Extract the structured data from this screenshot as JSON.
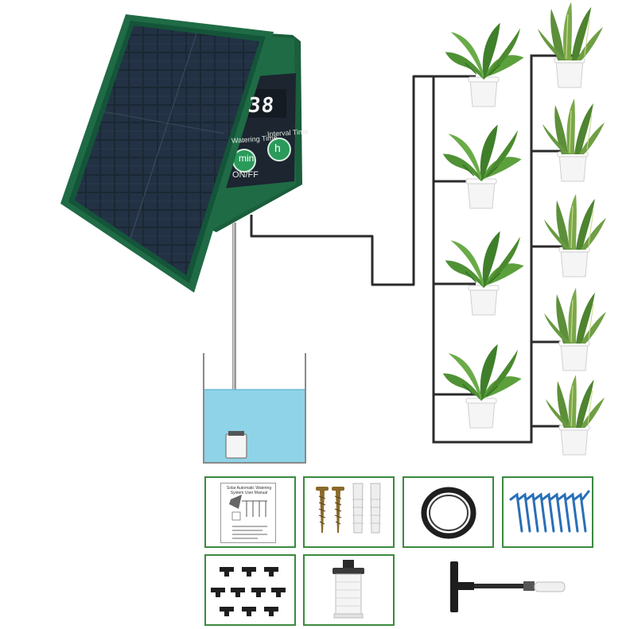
{
  "controller": {
    "lcd_value": "38",
    "watering_time_label": "Watering Time",
    "interval_time_label": "Interval Time",
    "min_button_label": "min",
    "h_button_label": "h",
    "onoff_label": "ON/FF"
  },
  "manual": {
    "title": "Solar Automatic Watering System User Manual"
  },
  "plants": {
    "left_column": [
      "peace-lily",
      "peace-lily",
      "peace-lily",
      "peace-lily"
    ],
    "right_column": [
      "snake-plant",
      "snake-plant",
      "snake-plant",
      "snake-plant",
      "snake-plant"
    ]
  },
  "kit_items": [
    "user-manual",
    "screws-and-wall-anchors",
    "coiled-tubing",
    "drip-stakes",
    "tee-connectors",
    "water-filter",
    "tee-connector-with-tube-and-sinker"
  ],
  "colors": {
    "housing_green": "#1f6b45",
    "panel_dark": "#1c2530",
    "water_blue": "#8ed3e8",
    "tube_black": "#2b2b2b",
    "kit_border": "#3a8a3e",
    "stake_blue": "#2a6fb5",
    "leaf_green": "#4a8a2e"
  }
}
